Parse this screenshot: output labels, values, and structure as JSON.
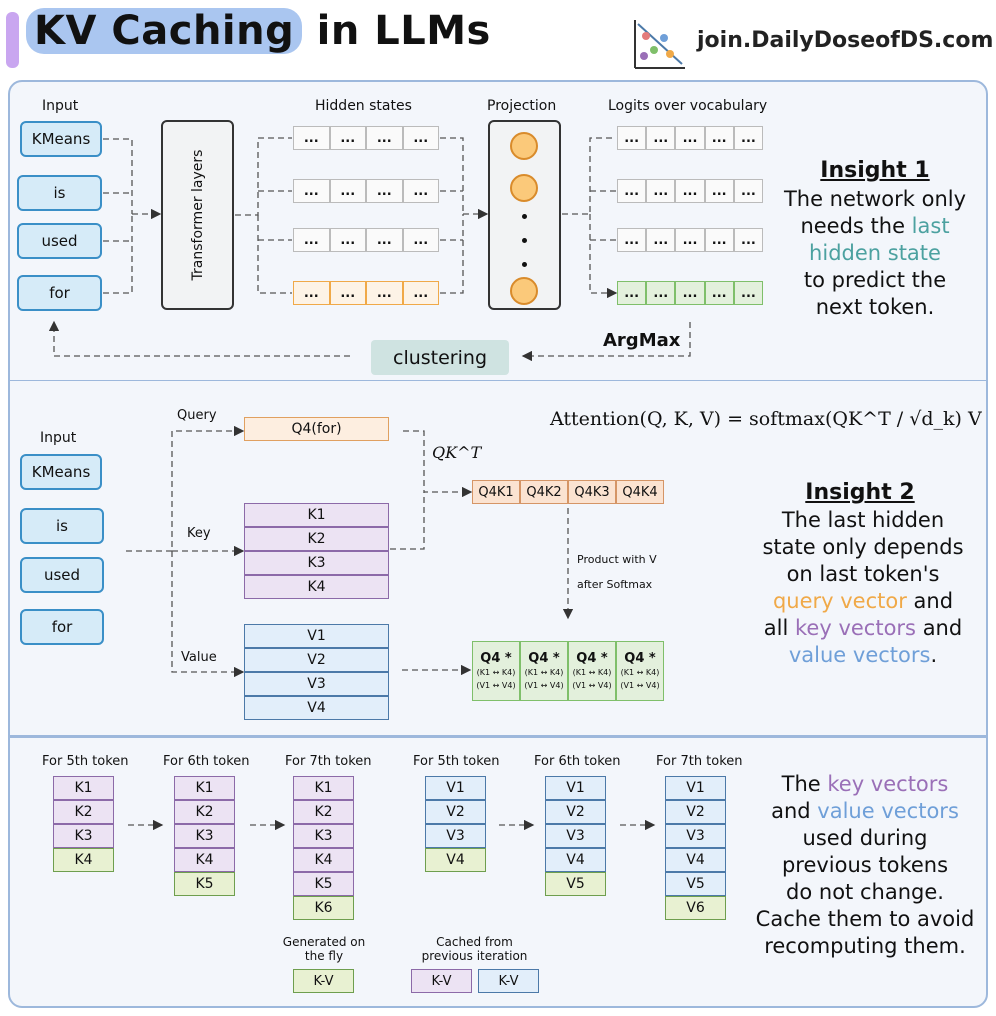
{
  "header": {
    "title_highlight": "KV Caching",
    "title_rest": " in LLMs",
    "brand": "join.DailyDoseofDS.com"
  },
  "panel1": {
    "input_label": "Input",
    "tokens": [
      "KMeans",
      "is",
      "used",
      "for"
    ],
    "transformer_label": "Transformer layers",
    "hidden_label": "Hidden states",
    "projection_label": "Projection",
    "logits_label": "Logits over vocabulary",
    "cell_text": "...",
    "argmax_label": "ArgMax",
    "clustering_label": "clustering",
    "insight_title": "Insight 1",
    "insight_lines": [
      "The network only",
      "needs the ",
      "last",
      "hidden state",
      "to predict the",
      "next token."
    ]
  },
  "panel2": {
    "input_label": "Input",
    "tokens": [
      "KMeans",
      "is",
      "used",
      "for"
    ],
    "query_label": "Query",
    "key_label": "Key",
    "value_label": "Value",
    "q_box": "Q4(for)",
    "k_cells": [
      "K1",
      "K2",
      "K3",
      "K4"
    ],
    "v_cells": [
      "V1",
      "V2",
      "V3",
      "V4"
    ],
    "qkt_label": "QK^T",
    "attn_cells": [
      "Q4K1",
      "Q4K2",
      "Q4K3",
      "Q4K4"
    ],
    "product_label_1": "Product with V",
    "product_label_2": "after Softmax",
    "out_main": "Q4 *",
    "out_sub1": "(K1 ↔ K4)",
    "out_sub2": "(V1 ↔ V4)",
    "formula": "Attention(Q, K, V) = softmax(QK^T / √d_k) V",
    "insight_title": "Insight 2",
    "insight_line1": "The last hidden",
    "insight_line2": "state only depends",
    "insight_line3": "on last token's",
    "insight_query": "query vector",
    "insight_and1": " and",
    "insight_all": "all ",
    "insight_key": "key vectors",
    "insight_and2": " and",
    "insight_value": "value vectors",
    "insight_dot": "."
  },
  "panel3": {
    "k_labels": [
      "For 5th token",
      "For 6th token",
      "For 7th token"
    ],
    "v_labels": [
      "For 5th token",
      "For 6th token",
      "For 7th token"
    ],
    "k5": [
      "K1",
      "K2",
      "K3",
      "K4"
    ],
    "k6": [
      "K1",
      "K2",
      "K3",
      "K4",
      "K5"
    ],
    "k7": [
      "K1",
      "K2",
      "K3",
      "K4",
      "K5",
      "K6"
    ],
    "v5": [
      "V1",
      "V2",
      "V3",
      "V4"
    ],
    "v6": [
      "V1",
      "V2",
      "V3",
      "V4",
      "V5"
    ],
    "v7": [
      "V1",
      "V2",
      "V3",
      "V4",
      "V5",
      "V6"
    ],
    "legend_generated_1": "Generated on",
    "legend_generated_2": "the fly",
    "legend_cached_1": "Cached from",
    "legend_cached_2": "previous iteration",
    "kv_text": "K-V",
    "insight_the": "The ",
    "insight_key": "key vectors",
    "insight_and": "and ",
    "insight_value": "value vectors",
    "insight_rest": [
      "used during",
      "previous tokens",
      "do not change.",
      "Cache them to avoid",
      "recomputing them."
    ]
  },
  "colors": {
    "token_border": "#3a8fc7",
    "hidden_highlight": "#f0a948",
    "logit_highlight": "#7fbf6a",
    "teal": "#4ca1a0",
    "purple": "#9a6fb7",
    "blue": "#6f9fd8"
  }
}
